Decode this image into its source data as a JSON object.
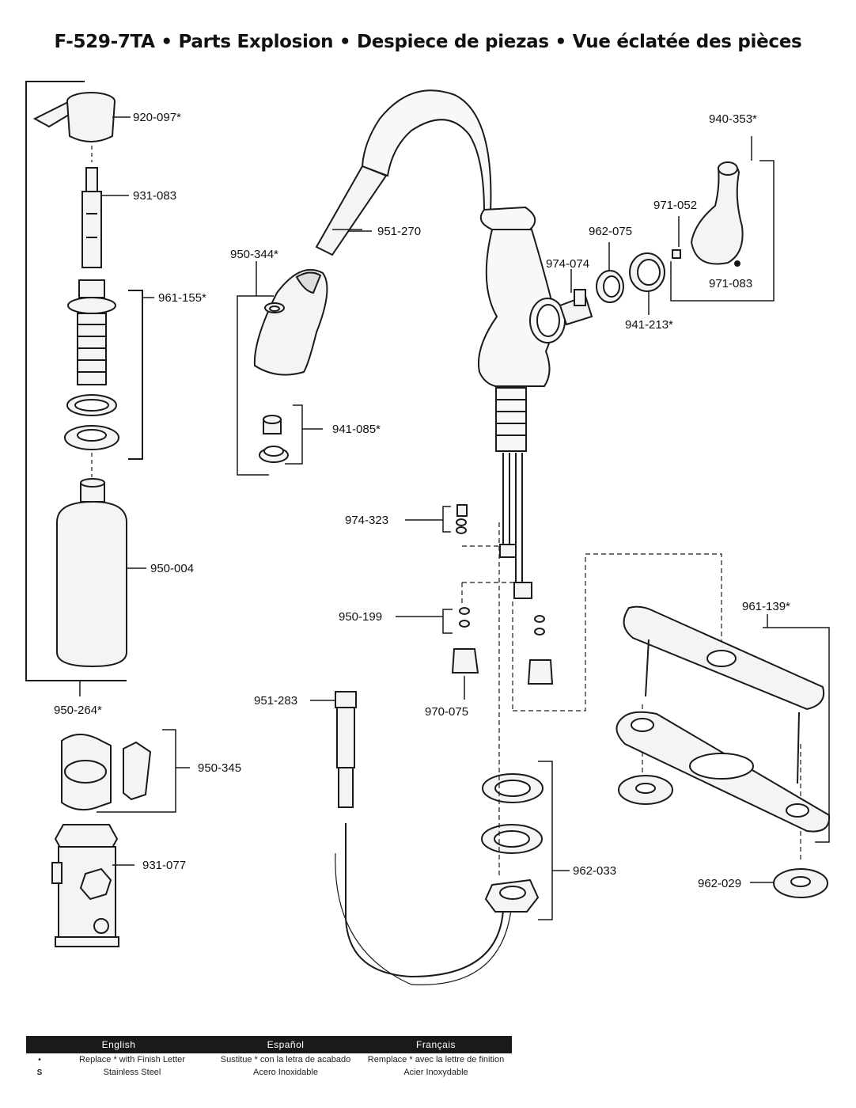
{
  "title": "F-529-7TA • Parts Explosion • Despiece de piezas • Vue éclatée des pièces",
  "parts": {
    "p920_097": "920-097*",
    "p931_083": "931-083",
    "p961_155": "961-155*",
    "p950_004": "950-004",
    "p950_264": "950-264*",
    "p950_345": "950-345",
    "p931_077": "931-077",
    "p951_270": "951-270",
    "p950_344": "950-344*",
    "p941_085": "941-085*",
    "p974_323": "974-323",
    "p950_199": "950-199",
    "p970_075": "970-075",
    "p951_283": "951-283",
    "p962_033": "962-033",
    "p940_353": "940-353*",
    "p971_052": "971-052",
    "p962_075": "962-075",
    "p974_074": "974-074",
    "p971_083": "971-083",
    "p941_213": "941-213*",
    "p961_139": "961-139*",
    "p962_029": "962-029"
  },
  "legend": {
    "headers": [
      "English",
      "Español",
      "Français"
    ],
    "rows": [
      {
        "key": "•",
        "en": "Replace * with Finish Letter",
        "es": "Sustitue * con la letra de acabado",
        "fr": "Remplace * avec la lettre de finition"
      },
      {
        "key": "S",
        "en": "Stainless Steel",
        "es": "Acero Inoxidable",
        "fr": "Acier Inoxydable"
      }
    ]
  }
}
